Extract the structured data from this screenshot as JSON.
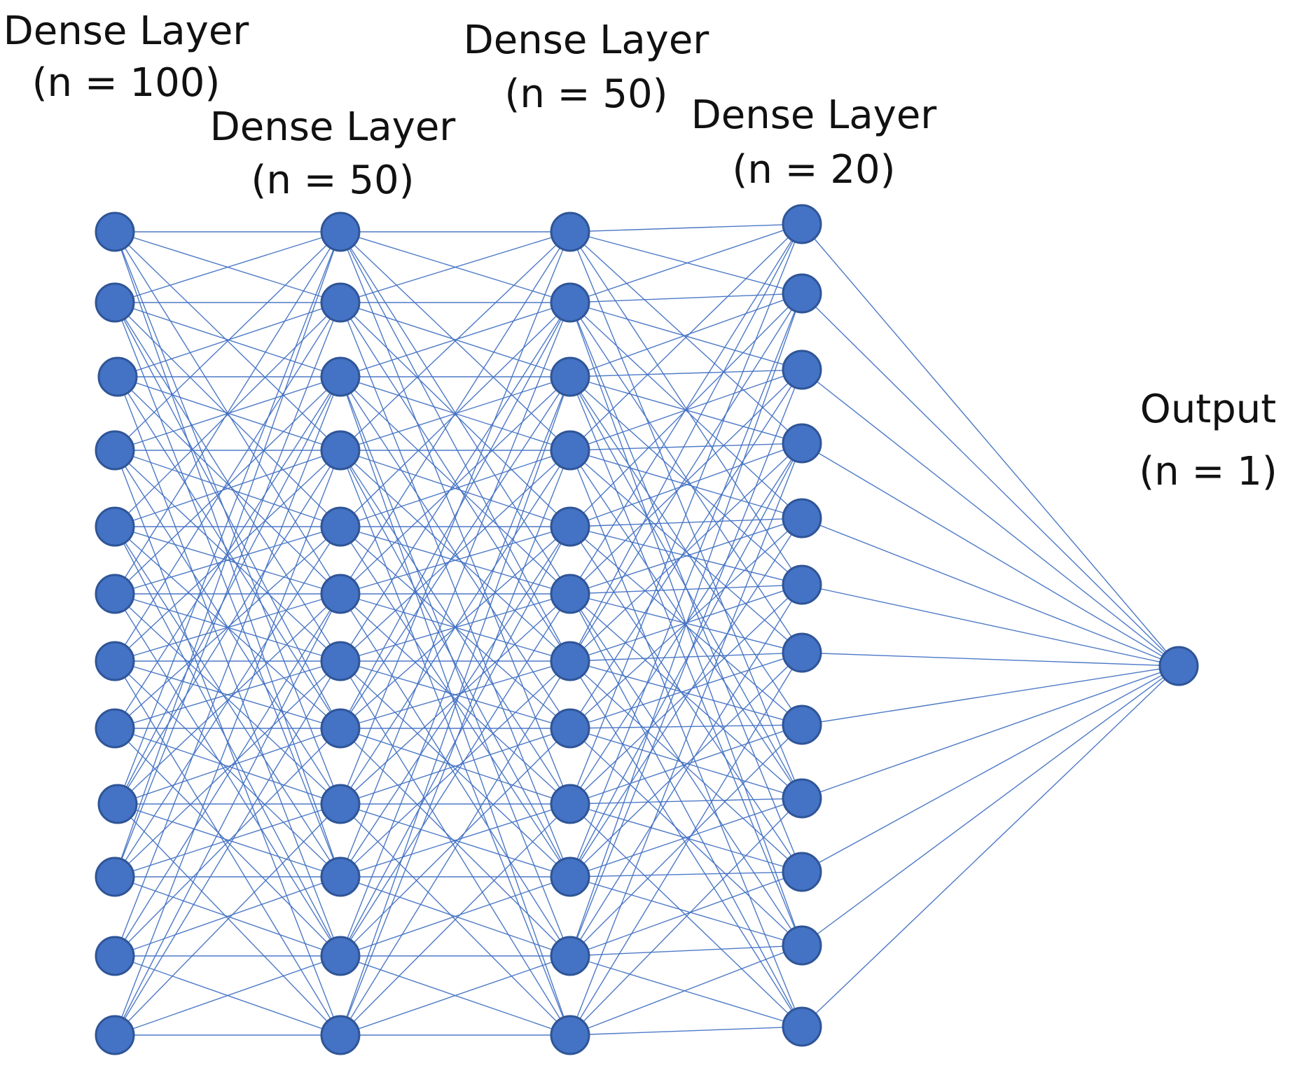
{
  "diagram": {
    "layers": [
      {
        "title": "Dense Layer",
        "size_label": "(n = 100)",
        "nodes": 12
      },
      {
        "title": "Dense Layer",
        "size_label": "(n = 50)",
        "nodes": 12
      },
      {
        "title": "Dense Layer",
        "size_label": "(n = 50)",
        "nodes": 12
      },
      {
        "title": "Dense Layer",
        "size_label": "(n = 20)",
        "nodes": 12
      },
      {
        "title": "Output",
        "size_label": "(n = 1)",
        "nodes": 1
      }
    ],
    "colors": {
      "node_fill": "#4472c4",
      "node_stroke": "#2f5597",
      "edge": "#4472c4",
      "text": "#111111"
    }
  }
}
